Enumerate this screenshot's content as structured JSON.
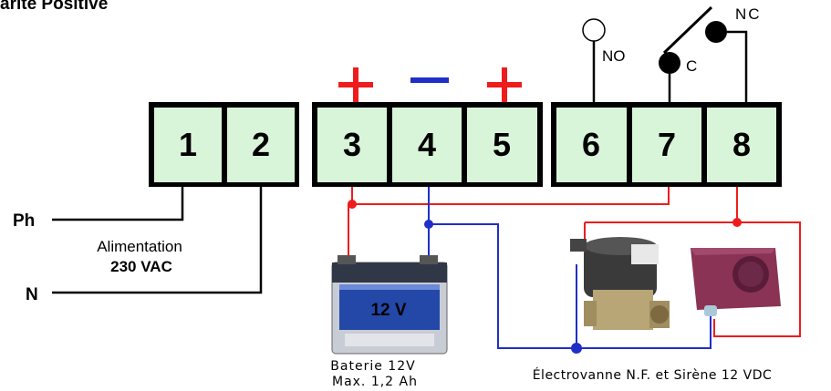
{
  "title": "arité Positive",
  "terminals": [
    "1",
    "2",
    "3",
    "4",
    "5",
    "6",
    "7",
    "8"
  ],
  "polarity": {
    "t3": "+",
    "t4": "−",
    "t5": "+"
  },
  "relay": {
    "no": "NO",
    "c": "C",
    "nc": "NC"
  },
  "mains": {
    "phase": "Ph",
    "neutral": "N",
    "label1": "Alimentation",
    "label2": "230  VAC"
  },
  "battery": {
    "face": "12 V",
    "caption1": "Baterie  12V",
    "caption2": "Max.  1,2  Ah"
  },
  "devices": {
    "caption": "Électrovanne N.F.  et  Sirène  12  VDC"
  },
  "colors": {
    "terminal_fill": "#d9f5d9",
    "positive": "#ee1c1c",
    "negative": "#1f2fc8",
    "wire": "#000000"
  }
}
